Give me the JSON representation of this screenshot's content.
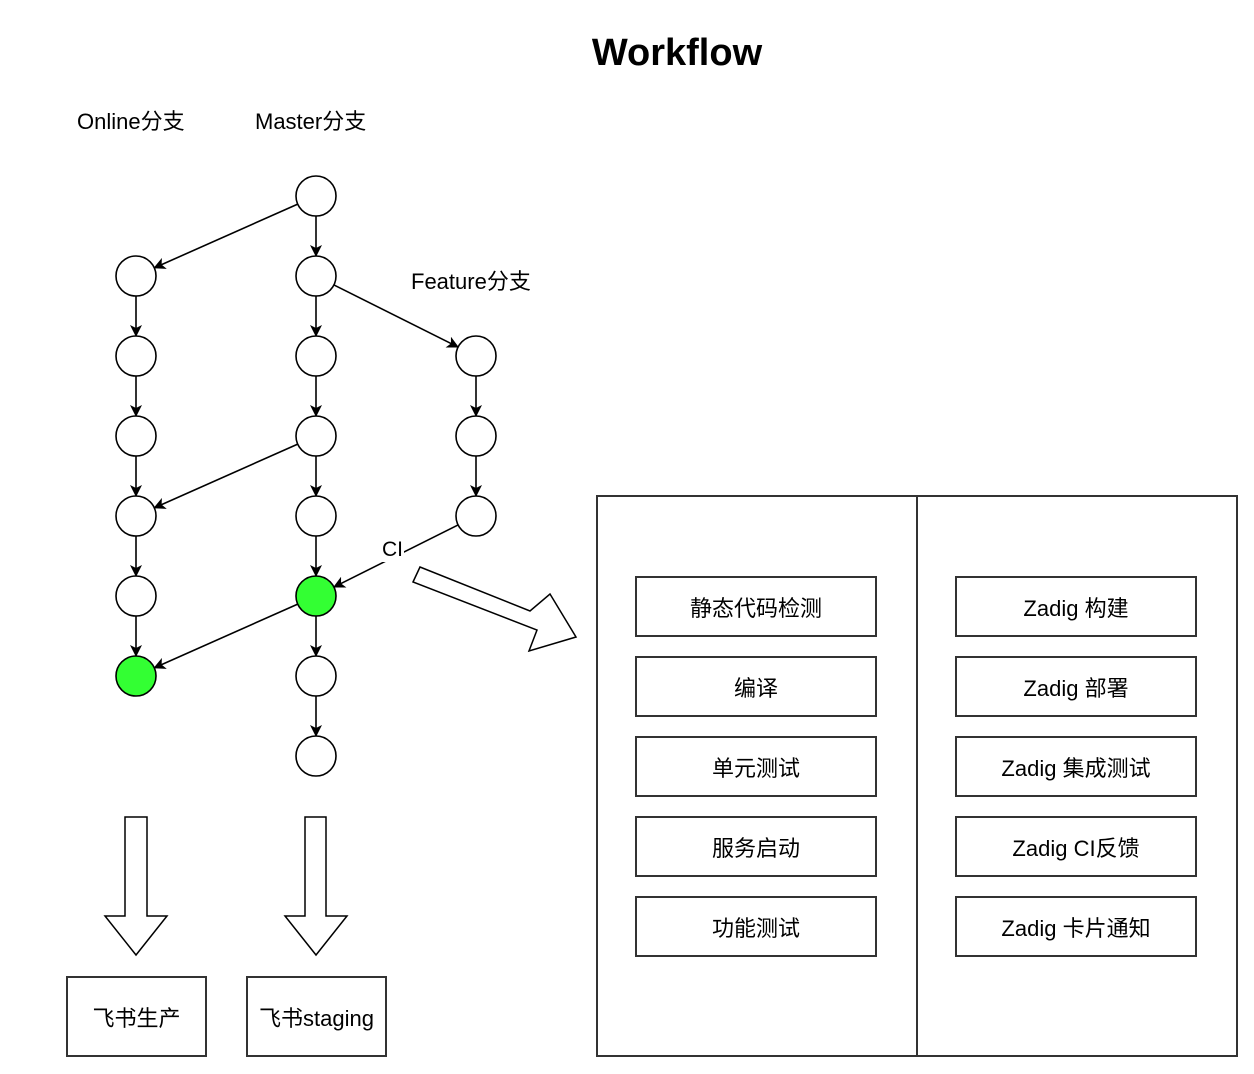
{
  "title": "Workflow",
  "branches": {
    "online": "Online分支",
    "master": "Master分支",
    "feature": "Feature分支"
  },
  "edge_labels": {
    "ci": "CI"
  },
  "colors": {
    "highlight_node": "#33ff33",
    "stroke": "#000000",
    "box_border": "#333333"
  },
  "graph": {
    "nodes": [
      {
        "id": "m0",
        "branch": "master",
        "row": 0,
        "highlighted": false
      },
      {
        "id": "o1",
        "branch": "online",
        "row": 1,
        "highlighted": false
      },
      {
        "id": "m1",
        "branch": "master",
        "row": 1,
        "highlighted": false
      },
      {
        "id": "o2",
        "branch": "online",
        "row": 2,
        "highlighted": false
      },
      {
        "id": "m2",
        "branch": "master",
        "row": 2,
        "highlighted": false
      },
      {
        "id": "f2",
        "branch": "feature",
        "row": 2,
        "highlighted": false
      },
      {
        "id": "o3",
        "branch": "online",
        "row": 3,
        "highlighted": false
      },
      {
        "id": "m3",
        "branch": "master",
        "row": 3,
        "highlighted": false
      },
      {
        "id": "f3",
        "branch": "feature",
        "row": 3,
        "highlighted": false
      },
      {
        "id": "o4",
        "branch": "online",
        "row": 4,
        "highlighted": false
      },
      {
        "id": "m4",
        "branch": "master",
        "row": 4,
        "highlighted": false
      },
      {
        "id": "f4",
        "branch": "feature",
        "row": 4,
        "highlighted": false
      },
      {
        "id": "o5",
        "branch": "online",
        "row": 5,
        "highlighted": false
      },
      {
        "id": "m5",
        "branch": "master",
        "row": 5,
        "highlighted": true
      },
      {
        "id": "o6",
        "branch": "online",
        "row": 6,
        "highlighted": true
      },
      {
        "id": "m6",
        "branch": "master",
        "row": 6,
        "highlighted": false
      },
      {
        "id": "m7",
        "branch": "master",
        "row": 7,
        "highlighted": false
      }
    ],
    "edges": [
      {
        "from": "m0",
        "to": "o1"
      },
      {
        "from": "m0",
        "to": "m1"
      },
      {
        "from": "m1",
        "to": "m2"
      },
      {
        "from": "m1",
        "to": "f2"
      },
      {
        "from": "o1",
        "to": "o2"
      },
      {
        "from": "o2",
        "to": "o3"
      },
      {
        "from": "o3",
        "to": "o4"
      },
      {
        "from": "m2",
        "to": "m3"
      },
      {
        "from": "m3",
        "to": "o4"
      },
      {
        "from": "m3",
        "to": "m4"
      },
      {
        "from": "f2",
        "to": "f3"
      },
      {
        "from": "f3",
        "to": "f4"
      },
      {
        "from": "f4",
        "to": "m5",
        "label": "CI"
      },
      {
        "from": "o4",
        "to": "o5"
      },
      {
        "from": "m4",
        "to": "m5"
      },
      {
        "from": "o5",
        "to": "o6"
      },
      {
        "from": "m5",
        "to": "o6"
      },
      {
        "from": "m5",
        "to": "m6"
      },
      {
        "from": "m6",
        "to": "m7"
      }
    ]
  },
  "deploy_targets": {
    "online": "飞书生产",
    "master": "飞书staging"
  },
  "ci_panel": {
    "left_steps": [
      "静态代码检测",
      "编译",
      "单元测试",
      "服务启动",
      "功能测试"
    ],
    "right_steps": [
      "Zadig 构建",
      "Zadig 部署",
      "Zadig 集成测试",
      "Zadig CI反馈",
      "Zadig 卡片通知"
    ]
  }
}
